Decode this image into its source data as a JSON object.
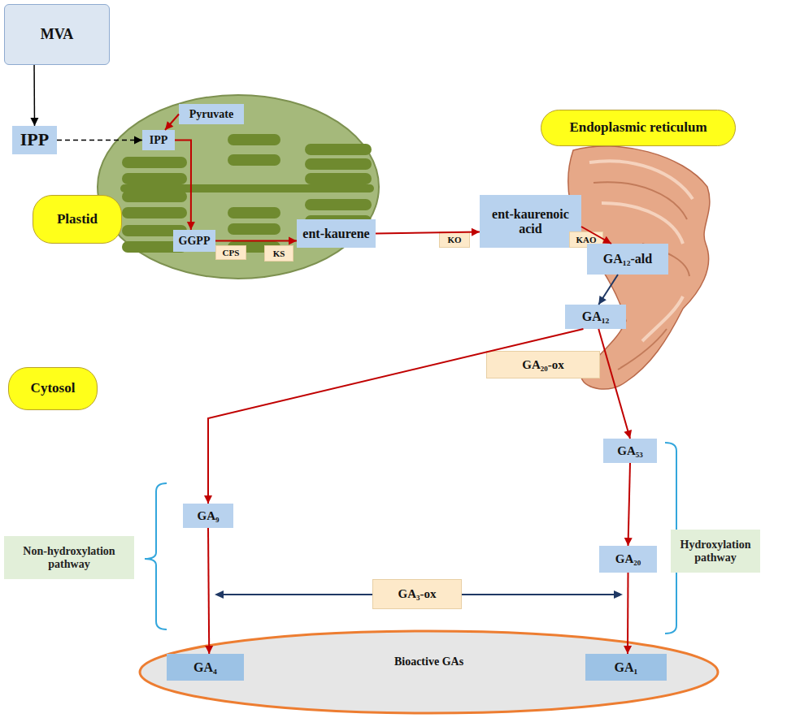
{
  "diagram": {
    "nodes": [
      {
        "text": [
          "MVA"
        ]
      },
      {
        "text": [
          "IPP"
        ]
      },
      {
        "text": [
          "Plastid"
        ]
      },
      {
        "text": [
          "Pyruvate"
        ],
        "in": 2
      },
      {
        "text": [
          "IPP"
        ],
        "in": 2
      },
      {
        "text": [
          "GGPP"
        ],
        "in": 2
      },
      {
        "text": [
          "CPS"
        ],
        "in": 2
      },
      {
        "text": [
          "KS"
        ],
        "in": 2
      },
      {
        "text": [
          "ent-kaurene"
        ],
        "in": 2
      },
      {
        "text": [
          "Endoplasmic reticulum"
        ]
      },
      {
        "text": [
          "KO"
        ]
      },
      {
        "text": [
          "ent-kaurenoic acid"
        ]
      },
      {
        "text": [
          "KAO"
        ]
      },
      {
        "text": [
          "GA₁₂-ald"
        ]
      },
      {
        "text": [
          "GA₁₂"
        ]
      },
      {
        "text": [
          "GA₂₀-ox"
        ]
      },
      {
        "text": [
          "Cytosol"
        ]
      },
      {
        "text": [
          "GA₅₃"
        ]
      },
      {
        "text": [
          "GA₉"
        ]
      },
      {
        "text": [
          "Non-hydroxylation pathway"
        ]
      },
      {
        "text": [
          "GA₂₀"
        ]
      },
      {
        "text": [
          "Hydroxylation pathway"
        ]
      },
      {
        "text": [
          "GA₃-ox"
        ]
      },
      {
        "text": [
          "Bioactive GAs"
        ]
      },
      {
        "text": [
          "GA₄"
        ],
        "in": 23
      },
      {
        "text": [
          "GA₁"
        ],
        "in": 23
      }
    ],
    "edges": [
      {
        "from": 0,
        "to": 1,
        "arrow": "to"
      },
      {
        "from": 1,
        "to": 4,
        "arrow": "to"
      },
      {
        "from": 3,
        "to": 4,
        "arrow": "to"
      },
      {
        "from": 4,
        "to": 5,
        "arrow": "to"
      },
      {
        "from": 5,
        "to": 8,
        "arrow": "to"
      },
      {
        "from": 8,
        "to": 11,
        "arrow": "to"
      },
      {
        "from": 11,
        "to": 13,
        "arrow": "to"
      },
      {
        "from": 13,
        "to": 14,
        "arrow": "to"
      },
      {
        "from": 14,
        "to": 18,
        "arrow": "to"
      },
      {
        "from": 14,
        "to": 17,
        "arrow": "to"
      },
      {
        "from": 17,
        "to": 20,
        "arrow": "to"
      },
      {
        "from": 18,
        "to": 24,
        "arrow": "to"
      },
      {
        "from": 20,
        "to": 25,
        "arrow": "to"
      }
    ]
  }
}
